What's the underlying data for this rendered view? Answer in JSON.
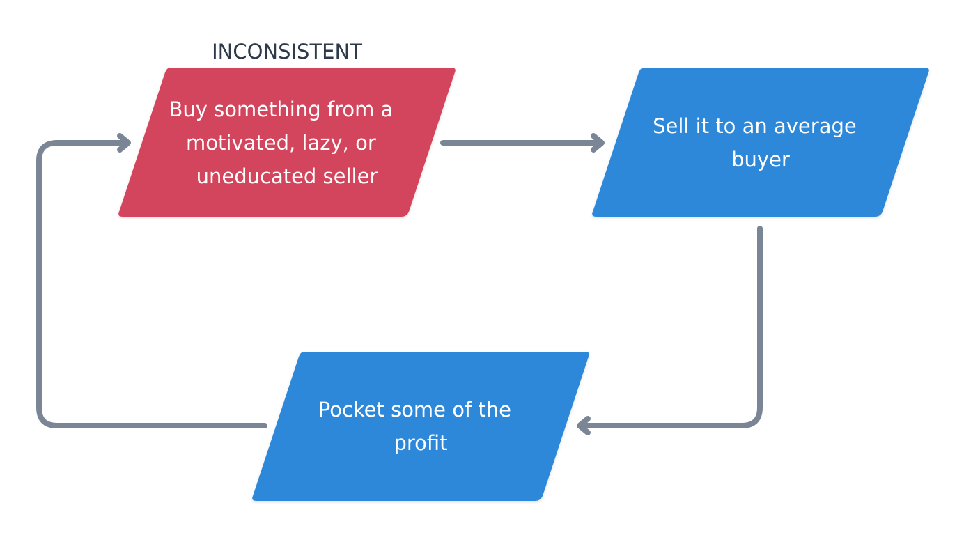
{
  "header": {
    "label": "INCONSISTENT"
  },
  "nodes": {
    "buy": {
      "lines": [
        "Buy something from a",
        "motivated, lazy, or",
        "uneducated seller"
      ],
      "color": "#d3455c"
    },
    "sell": {
      "lines": [
        "Sell it to an average",
        "buyer"
      ],
      "color": "#2e88d9"
    },
    "pocket": {
      "lines": [
        "Pocket some of the",
        "profit"
      ],
      "color": "#2e88d9"
    }
  },
  "colors": {
    "connector": "#7a8696",
    "header_text": "#2e3a4a",
    "node_text": "#ffffff"
  }
}
